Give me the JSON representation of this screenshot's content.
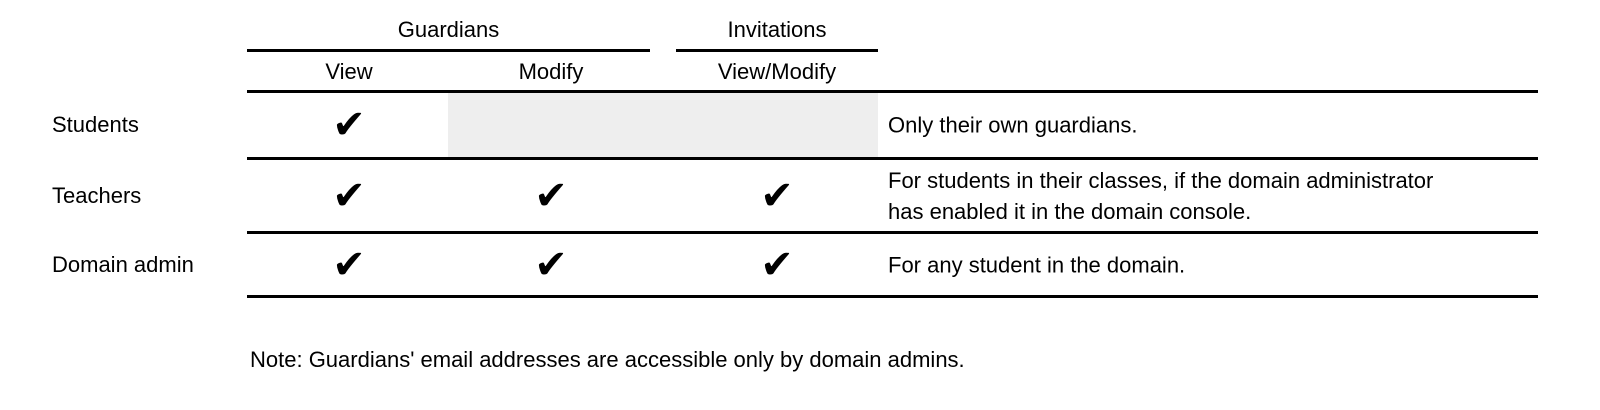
{
  "table": {
    "column_groups": [
      {
        "label": "Guardians",
        "columns": [
          "View",
          "Modify"
        ]
      },
      {
        "label": "Invitations",
        "columns": [
          "View/Modify"
        ]
      }
    ],
    "column_headers": [
      "View",
      "Modify",
      "View/Modify"
    ],
    "check_glyph": "✔",
    "rows": [
      {
        "role": "Students",
        "cells": [
          "✔",
          "",
          ""
        ],
        "disabled_region": "Modify and View/Modify",
        "note_lines": [
          "Only their own guardians."
        ]
      },
      {
        "role": "Teachers",
        "cells": [
          "✔",
          "✔",
          "✔"
        ],
        "note_lines": [
          "For students in their classes, if the domain administrator",
          "has enabled it in the domain console."
        ]
      },
      {
        "role": "Domain admin",
        "cells": [
          "✔",
          "✔",
          "✔"
        ],
        "note_lines": [
          "For any student in the domain."
        ]
      }
    ]
  },
  "footnote": "Note: Guardians' email addresses are accessible only by domain admins.",
  "colors": {
    "line": "#000000",
    "text": "#000000",
    "disabled_cell_bg": "#eeeeee",
    "background": "#ffffff"
  }
}
